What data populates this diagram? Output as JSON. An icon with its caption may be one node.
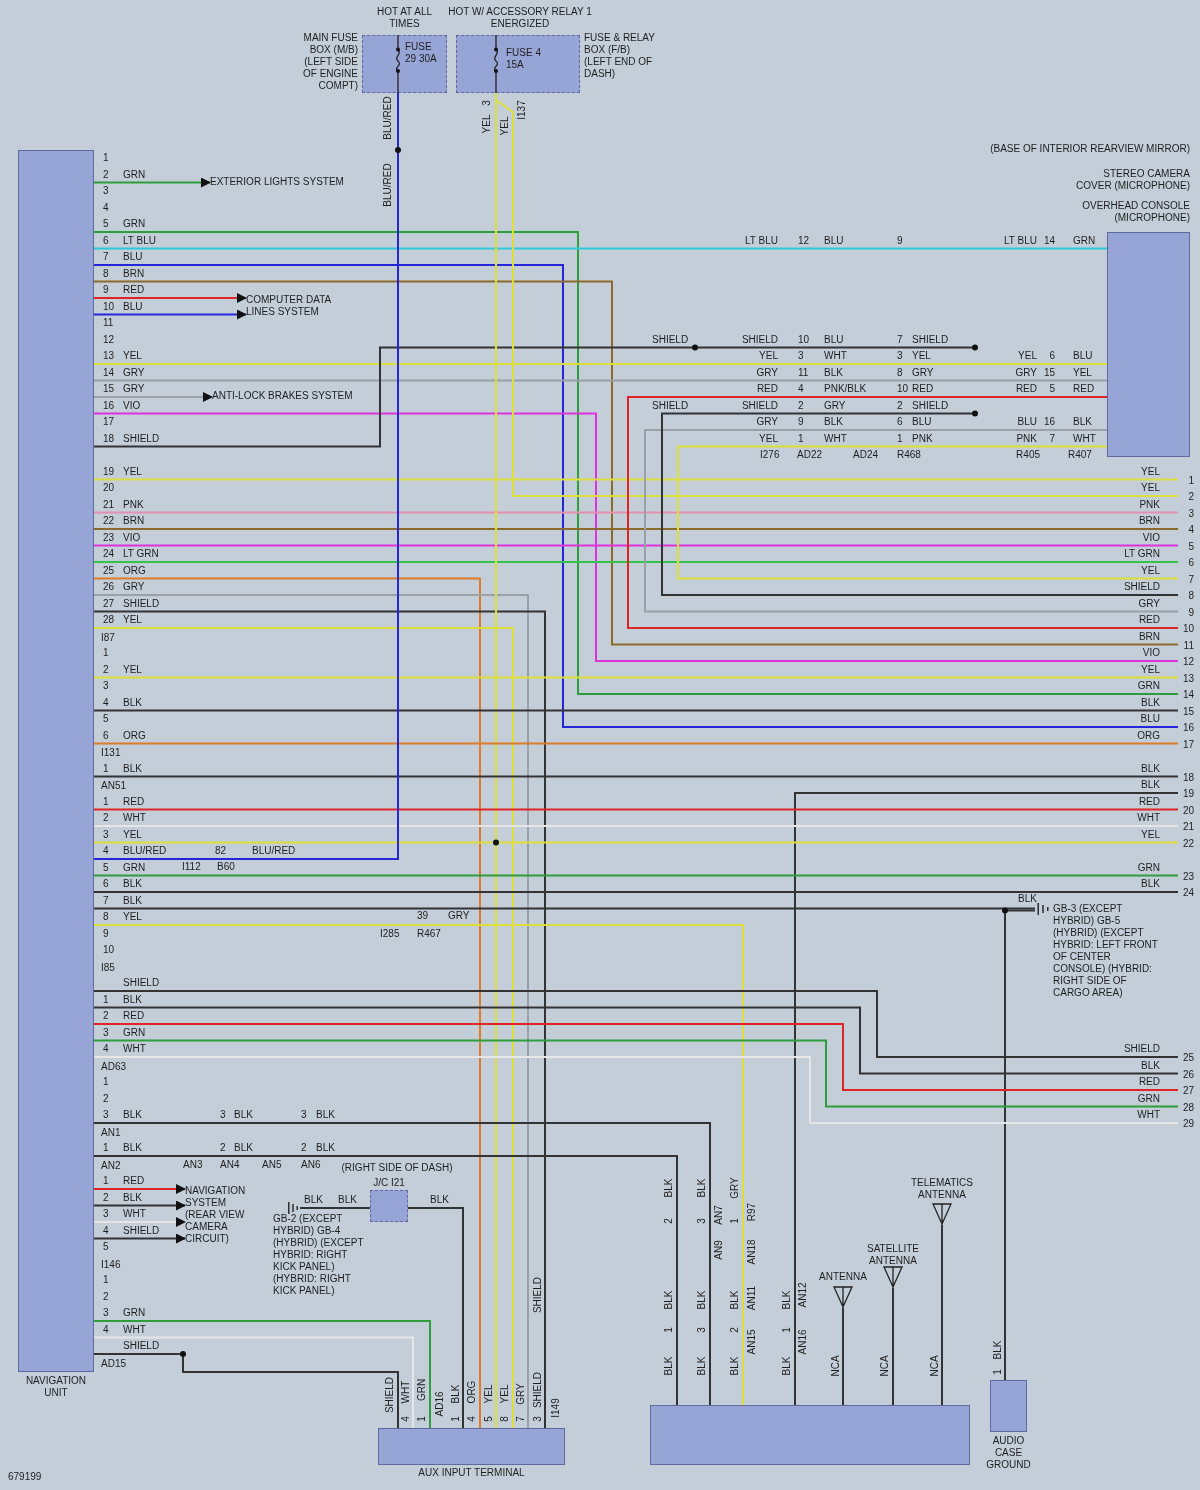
{
  "diagram": {
    "nodes": [
      {
        "text": [
          "NAVIGATION UNIT"
        ]
      },
      {
        "text": [
          "FUSE 29 30A"
        ],
        "beside": [
          "HOT AT ALL TIMES",
          "MAIN FUSE BOX (M/B) (LEFT SIDE OF ENGINE COMPT)"
        ]
      },
      {
        "text": [
          "FUSE 4 15A"
        ],
        "beside": [
          "HOT W/ ACCESSORY RELAY 1 ENERGIZED",
          "FUSE & RELAY BOX (F/B) (LEFT END OF DASH)"
        ]
      },
      {
        "text": [],
        "shape": "box",
        "beside": [
          "(BASE OF INTERIOR REARVIEW MIRROR)",
          "STEREO CAMERA COVER (MICROPHONE)",
          "OVERHEAD CONSOLE (MICROPHONE)"
        ]
      },
      {
        "text": [],
        "shape": "box"
      },
      {
        "text": [
          "AUX INPUT TERMINAL"
        ]
      },
      {
        "text": [
          "AUDIO CASE GROUND"
        ]
      },
      {
        "text": [
          "ANTENNA"
        ]
      },
      {
        "text": [
          "SATELLITE ANTENNA"
        ]
      },
      {
        "text": [
          "TELEMATICS ANTENNA"
        ]
      },
      {
        "text": [
          "J/C I21"
        ],
        "beside": [
          "(RIGHT SIDE OF DASH)"
        ]
      },
      {
        "text": [
          "EXTERIOR LIGHTS SYSTEM"
        ]
      },
      {
        "text": [
          "COMPUTER DATA LINES SYSTEM"
        ]
      },
      {
        "text": [
          "ANTI-LOCK BRAKES SYSTEM"
        ]
      },
      {
        "text": [
          "NAVIGATION SYSTEM (REAR VIEW CAMERA CIRCUIT)"
        ]
      },
      {
        "text": [
          "GB-3 (EXCEPT HYBRID) GB-5 (HYBRID) (EXCEPT HYBRID: LEFT FRONT OF CENTER CONSOLE) (HYBRID: RIGHT SIDE OF CARGO AREA)"
        ]
      },
      {
        "text": [
          "GB-2 (EXCEPT HYBRID) GB-4 (HYBRID) (EXCEPT HYBRID: RIGHT KICK PANEL) (HYBRID: RIGHT KICK PANEL)"
        ]
      },
      {
        "text": [
          "1"
        ]
      },
      {
        "text": [
          "2"
        ]
      },
      {
        "text": [
          "3"
        ]
      },
      {
        "text": [
          "4"
        ]
      },
      {
        "text": [
          "5"
        ]
      },
      {
        "text": [
          "6"
        ]
      },
      {
        "text": [
          "7"
        ]
      },
      {
        "text": [
          "8"
        ]
      },
      {
        "text": [
          "9"
        ]
      },
      {
        "text": [
          "10"
        ]
      },
      {
        "text": [
          "11"
        ]
      },
      {
        "text": [
          "12"
        ]
      },
      {
        "text": [
          "13"
        ]
      },
      {
        "text": [
          "14"
        ]
      },
      {
        "text": [
          "15"
        ]
      },
      {
        "text": [
          "16"
        ]
      },
      {
        "text": [
          "17"
        ]
      },
      {
        "text": [
          "18"
        ]
      },
      {
        "text": [
          "19"
        ]
      },
      {
        "text": [
          "20"
        ]
      },
      {
        "text": [
          "21"
        ]
      },
      {
        "text": [
          "22"
        ]
      },
      {
        "text": [
          "23"
        ]
      },
      {
        "text": [
          "24"
        ]
      },
      {
        "text": [
          "25"
        ]
      },
      {
        "text": [
          "26"
        ]
      },
      {
        "text": [
          "27"
        ]
      },
      {
        "text": [
          "28"
        ]
      },
      {
        "text": [
          "29"
        ]
      }
    ],
    "edges": [
      {
        "from": 0,
        "to": 11,
        "arrow": "to",
        "color": "#2e9e3a"
      },
      {
        "from": 0,
        "to": 30,
        "arrow": "none",
        "color": "#2e9e3a"
      },
      {
        "from": 0,
        "to": 3,
        "arrow": "none",
        "color": "#2fc8d8"
      },
      {
        "from": 0,
        "to": 32,
        "arrow": "none",
        "color": "#2626d9"
      },
      {
        "from": 0,
        "to": 27,
        "arrow": "none",
        "color": "#8b6a2b"
      },
      {
        "from": 0,
        "to": 12,
        "arrow": "to",
        "color": "#e02424"
      },
      {
        "from": 0,
        "to": 12,
        "arrow": "to",
        "color": "#2626d9"
      },
      {
        "from": 0,
        "to": 3,
        "arrow": "none",
        "color": "#dede3a"
      },
      {
        "from": 0,
        "to": 3,
        "arrow": "none",
        "color": "#9aa0a6"
      },
      {
        "from": 0,
        "to": 13,
        "arrow": "to",
        "color": "#9aa0a6"
      },
      {
        "from": 0,
        "to": 28,
        "arrow": "none",
        "color": "#dd33dd"
      },
      {
        "from": 0,
        "to": null,
        "arrow": "none"
      },
      {
        "from": 0,
        "to": 17,
        "arrow": "none",
        "color": "#dede3a"
      },
      {
        "from": 0,
        "to": 19,
        "arrow": "none",
        "color": "#e58fb0"
      },
      {
        "from": 0,
        "to": 20,
        "arrow": "none",
        "color": "#8b6a2b"
      },
      {
        "from": 0,
        "to": 21,
        "arrow": "none",
        "color": "#dd33dd"
      },
      {
        "from": 0,
        "to": 22,
        "arrow": "none",
        "color": "#35c24a"
      },
      {
        "from": 0,
        "to": 5,
        "arrow": "none",
        "color": "#e07b2a"
      },
      {
        "from": 0,
        "to": 5,
        "arrow": "none",
        "color": "#9aa0a6"
      },
      {
        "from": 0,
        "to": 5,
        "arrow": "none"
      },
      {
        "from": 0,
        "to": 5,
        "arrow": "none",
        "color": "#dede3a"
      },
      {
        "from": 2,
        "to": 18,
        "arrow": "none",
        "color": "#dede3a"
      },
      {
        "from": 2,
        "to": 5,
        "arrow": "none",
        "color": "#dede3a"
      },
      {
        "from": 0,
        "to": 29,
        "arrow": "none",
        "color": "#dede3a"
      },
      {
        "from": 0,
        "to": 31,
        "arrow": "none"
      },
      {
        "from": 0,
        "to": 33,
        "arrow": "none",
        "color": "#e07b2a"
      },
      {
        "from": 0,
        "to": 34,
        "arrow": "none"
      },
      {
        "from": 4,
        "to": 35,
        "arrow": "none"
      },
      {
        "from": 0,
        "to": 36,
        "arrow": "none",
        "color": "#e02424"
      },
      {
        "from": 0,
        "to": 37,
        "arrow": "none",
        "color": "#e6e6e6"
      },
      {
        "from": 0,
        "to": 38,
        "arrow": "none",
        "color": "#dede3a"
      },
      {
        "from": 0,
        "to": 1,
        "arrow": "none",
        "color": "#2626d9"
      },
      {
        "from": 0,
        "to": 39,
        "arrow": "none",
        "color": "#2e9e3a"
      },
      {
        "from": 0,
        "to": 40,
        "arrow": "none"
      },
      {
        "from": 0,
        "to": 15,
        "arrow": "none"
      },
      {
        "from": 6,
        "to": 15,
        "arrow": "none"
      },
      {
        "from": 0,
        "to": 4,
        "arrow": "none",
        "color": "#dede3a"
      },
      {
        "from": 0,
        "to": 41,
        "arrow": "none"
      },
      {
        "from": 0,
        "to": 42,
        "arrow": "none"
      },
      {
        "from": 0,
        "to": 43,
        "arrow": "none",
        "color": "#e02424"
      },
      {
        "from": 0,
        "to": 44,
        "arrow": "none",
        "color": "#2e9e3a"
      },
      {
        "from": 0,
        "to": 45,
        "arrow": "none",
        "color": "#e6e6e6"
      },
      {
        "from": 0,
        "to": 4,
        "arrow": "none"
      },
      {
        "from": 0,
        "to": 4,
        "arrow": "none"
      },
      {
        "from": 0,
        "to": 14,
        "arrow": "to",
        "color": "#e02424"
      },
      {
        "from": 0,
        "to": 14,
        "arrow": "to"
      },
      {
        "from": 0,
        "to": 14,
        "arrow": "to",
        "color": "#e6e6e6"
      },
      {
        "from": 0,
        "to": 14,
        "arrow": "to"
      },
      {
        "from": 0,
        "to": 5,
        "arrow": "none",
        "color": "#2e9e3a"
      },
      {
        "from": 0,
        "to": 5,
        "arrow": "none",
        "color": "#e6e6e6"
      },
      {
        "from": 0,
        "to": 5,
        "arrow": "none"
      },
      {
        "from": 16,
        "to": 10,
        "arrow": "none"
      },
      {
        "from": 10,
        "to": 5,
        "arrow": "none"
      },
      {
        "from": 3,
        "to": 26,
        "arrow": "none",
        "color": "#e02424"
      },
      {
        "from": 3,
        "to": 25,
        "arrow": "none",
        "color": "#9aa0a6"
      },
      {
        "from": 3,
        "to": 23,
        "arrow": "none",
        "color": "#dede3a"
      },
      {
        "from": 7,
        "to": 4,
        "arrow": "none"
      },
      {
        "from": 8,
        "to": 4,
        "arrow": "none"
      },
      {
        "from": 9,
        "to": 4,
        "arrow": "none"
      },
      {
        "from": null,
        "to": 24,
        "arrow": "none"
      }
    ],
    "labels": [
      "1",
      "2",
      "GRN",
      "3",
      "4",
      "5",
      "GRN",
      "6",
      "LT BLU",
      "7",
      "BLU",
      "8",
      "BRN",
      "9",
      "RED",
      "10",
      "BLU",
      "11",
      "12",
      "13",
      "YEL",
      "14",
      "GRY",
      "15",
      "GRY",
      "16",
      "VIO",
      "17",
      "18",
      "SHIELD",
      "19",
      "YEL",
      "20",
      "21",
      "PNK",
      "22",
      "BRN",
      "23",
      "VIO",
      "24",
      "LT GRN",
      "25",
      "ORG",
      "26",
      "GRY",
      "27",
      "SHIELD",
      "28",
      "YEL",
      "I87",
      "1",
      "2",
      "YEL",
      "3",
      "4",
      "BLK",
      "5",
      "6",
      "ORG",
      "I131",
      "1",
      "BLK",
      "AN51",
      "1",
      "RED",
      "2",
      "WHT",
      "3",
      "YEL",
      "4",
      "BLU/RED",
      "5",
      "GRN",
      "6",
      "BLK",
      "7",
      "BLK",
      "8",
      "YEL",
      "9",
      "10",
      "I85",
      "SHIELD",
      "1",
      "BLK",
      "2",
      "RED",
      "3",
      "GRN",
      "4",
      "WHT",
      "AD63",
      "1",
      "2",
      "3",
      "BLK",
      "AN1",
      "1",
      "BLK",
      "AN2",
      "1",
      "RED",
      "2",
      "BLK",
      "3",
      "WHT",
      "4",
      "SHIELD",
      "5",
      "I146",
      "1",
      "2",
      "3",
      "GRN",
      "4",
      "WHT",
      "SHIELD",
      "AD15",
      "YEL",
      "YEL",
      "PNK",
      "BRN",
      "VIO",
      "LT GRN",
      "YEL",
      "SHIELD",
      "GRY",
      "RED",
      "BRN",
      "VIO",
      "YEL",
      "GRN",
      "BLK",
      "BLU",
      "ORG",
      "BLK",
      "BLK",
      "RED",
      "WHT",
      "YEL",
      "GRN",
      "BLK",
      "SHIELD",
      "BLK",
      "RED",
      "GRN",
      "WHT",
      "LT BLU",
      "12",
      "BLU",
      "9",
      "LT BLU",
      "14",
      "GRN",
      "SHIELD",
      "SHIELD",
      "10",
      "BLU",
      "7",
      "SHIELD",
      "YEL",
      "3",
      "WHT",
      "3",
      "YEL",
      "YEL",
      "6",
      "BLU",
      "GRY",
      "11",
      "BLK",
      "8",
      "GRY",
      "GRY",
      "15",
      "YEL",
      "RED",
      "4",
      "PNK/BLK",
      "10",
      "RED",
      "RED",
      "5",
      "RED",
      "SHIELD",
      "SHIELD",
      "2",
      "GRY",
      "2",
      "SHIELD",
      "GRY",
      "9",
      "BLK",
      "6",
      "BLU",
      "BLU",
      "16",
      "BLK",
      "YEL",
      "1",
      "WHT",
      "1",
      "PNK",
      "PNK",
      "7",
      "WHT",
      "I276",
      "AD22",
      "AD24",
      "R468",
      "R405",
      "R407",
      "BLU/RED",
      "YEL",
      "3",
      "YEL",
      "I137",
      "BLU/RED",
      "82",
      "BLU/RED",
      "I112",
      "B60",
      "39",
      "GRY",
      "I285",
      "R467",
      "BLK",
      "3",
      "BLK",
      "3",
      "BLK",
      "2",
      "BLK",
      "2",
      "BLK",
      "AN3",
      "AN4",
      "AN5",
      "AN6",
      "BLK",
      "BLK",
      "BLK",
      "BLK",
      "2",
      "BLK",
      "3",
      "AN7",
      "GRY",
      "1",
      "R97",
      "AN9",
      "AN18",
      "BLK",
      "BLK",
      "BLK",
      "AN11",
      "BLK",
      "AN12",
      "1",
      "3",
      "2",
      "AN15",
      "1",
      "AN16",
      "BLK",
      "BLK",
      "BLK",
      "BLK",
      "NCA",
      "NCA",
      "NCA",
      "BLK",
      "1",
      "SHIELD",
      "WHT",
      "4",
      "GRN",
      "1",
      "AD16",
      "BLK",
      "1",
      "ORG",
      "4",
      "YEL",
      "5",
      "YEL",
      "8",
      "GRY",
      "7",
      "SHIELD",
      "3",
      "I149",
      "SHIELD",
      "679199"
    ]
  }
}
